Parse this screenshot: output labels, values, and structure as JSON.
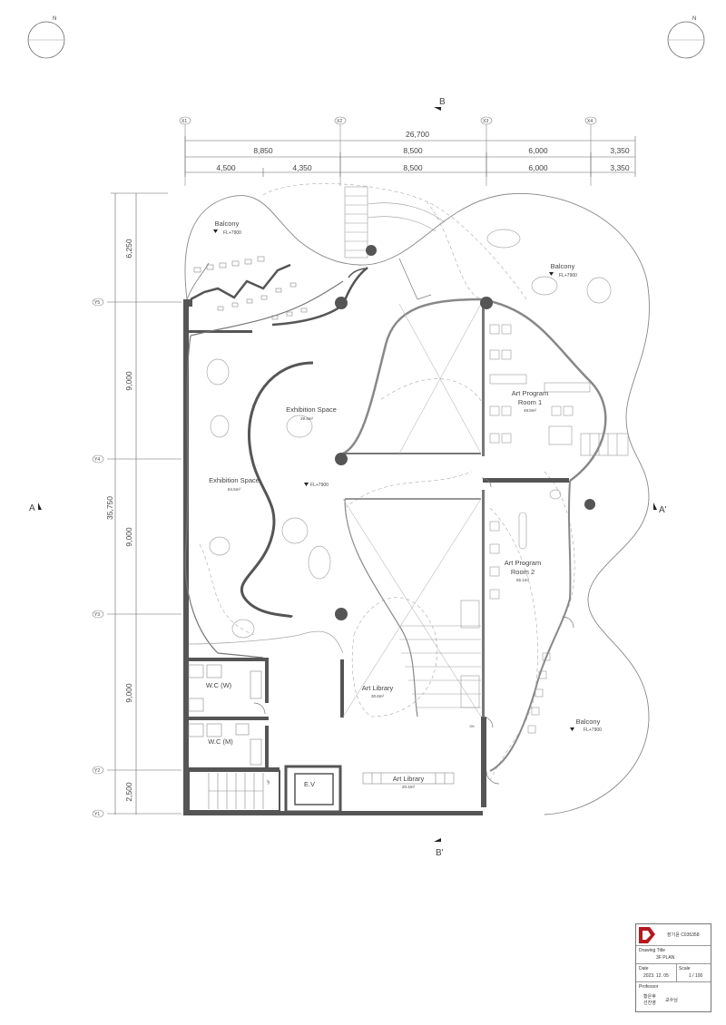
{
  "drawing": {
    "section_top": "B",
    "section_bottom": "B'",
    "section_left": "A",
    "section_right": "A'",
    "north_label": "N",
    "grid_x": [
      "X1",
      "X2",
      "X3",
      "X4"
    ],
    "grid_y": [
      "Y5",
      "Y4",
      "Y3",
      "Y2",
      "Y1"
    ],
    "dims_top_total": "26,700",
    "dims_top_row1": [
      "8,850",
      "8,500",
      "6,000",
      "3,350"
    ],
    "dims_top_row2": [
      "4,500",
      "4,350",
      "8,500",
      "6,000",
      "3,350"
    ],
    "dims_left_total": "35,750",
    "dims_left": [
      "6,250",
      "9,000",
      "9,000",
      "9,000",
      "2,500"
    ]
  },
  "rooms": {
    "balcony_nw": {
      "name": "Balcony",
      "level": "FL+7900"
    },
    "balcony_ne": {
      "name": "Balcony",
      "level": "FL+7900"
    },
    "balcony_se": {
      "name": "Balcony",
      "level": "FL+7900"
    },
    "exhibition_center": {
      "name": "Exhibition Space",
      "area": "29.4m²"
    },
    "exhibition_west": {
      "name": "Exhibition Space",
      "area": "84.5m²"
    },
    "center_level": "FL+7900",
    "art_program_1": {
      "name1": "Art Program",
      "name2": "Room 1",
      "area": "49.5m²"
    },
    "art_program_2": {
      "name1": "Art Program",
      "name2": "Room 2",
      "area": "55.1m²"
    },
    "art_library_1": {
      "name": "Art Library",
      "area": "30.6m²"
    },
    "art_library_2": {
      "name": "Art Library",
      "area": "20.4m²"
    },
    "wc_w": "W.C (W)",
    "wc_m": "W.C (M)",
    "ev": "E.V",
    "up_mark": "UP",
    "dn_mark": "DN"
  },
  "title_block": {
    "student": "장기윤 C035358",
    "drawing_title_label": "Drawing Title",
    "drawing_title": "3F PLAN",
    "date_label": "Date",
    "date": "2023. 12. 05",
    "scale_label": "Scale",
    "scale": "1 / 100",
    "professor_label": "Professor",
    "professor1": "황은후",
    "professor2": "선진영",
    "professor_suffix": "교수님",
    "logo_color": "#b5181e"
  }
}
